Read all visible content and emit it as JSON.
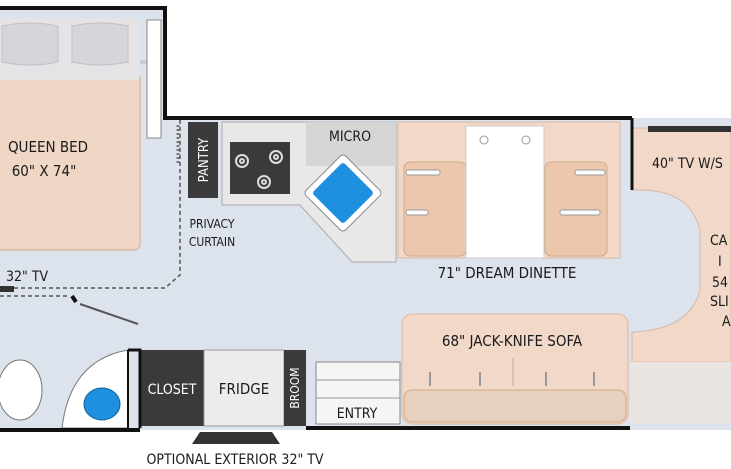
{
  "labels": {
    "queen_bed": "QUEEN BED",
    "queen_bed_size": "60\" X 74\"",
    "tv_bedroom": "32\" TV",
    "pantry": "PANTRY",
    "privacy_curtain_1": "PRIVACY",
    "privacy_curtain_2": "CURTAIN",
    "micro": "MICRO",
    "dinette": "71\" DREAM DINETTE",
    "tv_cab": "40\" TV W/S",
    "cab_1": "CA",
    "cab_2": "I",
    "cab_3": "54",
    "cab_4": "SLI",
    "cab_5": "A",
    "sofa": "68\" JACK-KNIFE SOFA",
    "closet": "CLOSET",
    "fridge": "FRIDGE",
    "broom": "BROOM",
    "entry": "ENTRY",
    "exterior_tv": "OPTIONAL EXTERIOR 32\" TV"
  },
  "colors": {
    "floor": "#dde3ec",
    "bed": "#f0d6c4",
    "dinette": "#f1d8c8",
    "dark_cabinet": "#3a3a3a",
    "light_cabinet": "#e2e2e2",
    "sink_blue": "#1f8fdf",
    "wall": "#111111"
  }
}
